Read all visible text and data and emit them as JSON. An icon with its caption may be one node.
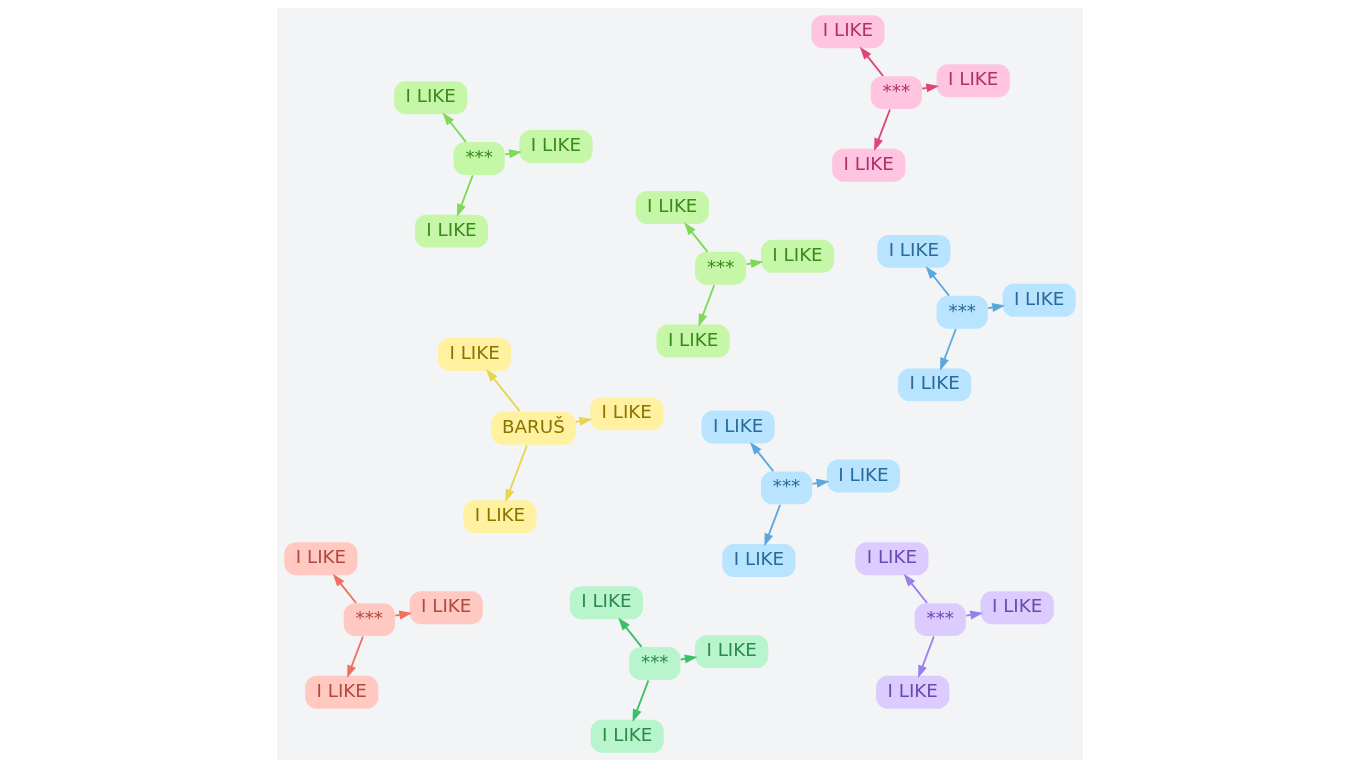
{
  "diagram": {
    "nodes": [
      {
        "text": [
          "***"
        ]
      },
      {
        "text": [
          "I LIKE"
        ]
      },
      {
        "text": [
          "I LIKE"
        ]
      },
      {
        "text": [
          "I LIKE"
        ]
      },
      {
        "text": [
          "BARUŠ"
        ]
      },
      {
        "text": [
          "I LIKE"
        ]
      },
      {
        "text": [
          "I LIKE"
        ]
      },
      {
        "text": [
          "I LIKE"
        ]
      },
      {
        "text": [
          "***"
        ]
      },
      {
        "text": [
          "I LIKE"
        ]
      },
      {
        "text": [
          "I LIKE"
        ]
      },
      {
        "text": [
          "I LIKE"
        ]
      },
      {
        "text": [
          "***"
        ]
      },
      {
        "text": [
          "I LIKE"
        ]
      },
      {
        "text": [
          "I LIKE"
        ]
      },
      {
        "text": [
          "I LIKE"
        ]
      },
      {
        "text": [
          "***"
        ]
      },
      {
        "text": [
          "I LIKE"
        ]
      },
      {
        "text": [
          "I LIKE"
        ]
      },
      {
        "text": [
          "I LIKE"
        ]
      },
      {
        "text": [
          "***"
        ]
      },
      {
        "text": [
          "I LIKE"
        ]
      },
      {
        "text": [
          "I LIKE"
        ]
      },
      {
        "text": [
          "I LIKE"
        ]
      },
      {
        "text": [
          "***"
        ]
      },
      {
        "text": [
          "I LIKE"
        ]
      },
      {
        "text": [
          "I LIKE"
        ]
      },
      {
        "text": [
          "I LIKE"
        ]
      },
      {
        "text": [
          "***"
        ]
      },
      {
        "text": [
          "I LIKE"
        ]
      },
      {
        "text": [
          "I LIKE"
        ]
      },
      {
        "text": [
          "I LIKE"
        ]
      },
      {
        "text": [
          "***"
        ]
      },
      {
        "text": [
          "I LIKE"
        ]
      },
      {
        "text": [
          "I LIKE"
        ]
      },
      {
        "text": [
          "I LIKE"
        ]
      }
    ],
    "edges": [
      {
        "from": 0,
        "to": 1,
        "arrow": "to",
        "color": "#7ed957"
      },
      {
        "from": 0,
        "to": 2,
        "arrow": "to",
        "color": "#7ed957"
      },
      {
        "from": 0,
        "to": 3,
        "arrow": "to",
        "color": "#7ed957"
      },
      {
        "from": 4,
        "to": 5,
        "arrow": "to",
        "color": "#e8d44d"
      },
      {
        "from": 4,
        "to": 6,
        "arrow": "to",
        "color": "#e8d44d"
      },
      {
        "from": 4,
        "to": 7,
        "arrow": "to",
        "color": "#e8d44d"
      },
      {
        "from": 8,
        "to": 9,
        "arrow": "to",
        "color": "#5aa8dc"
      },
      {
        "from": 8,
        "to": 10,
        "arrow": "to",
        "color": "#5aa8dc"
      },
      {
        "from": 8,
        "to": 11,
        "arrow": "to",
        "color": "#5aa8dc"
      },
      {
        "from": 12,
        "to": 13,
        "arrow": "to",
        "color": "#7ed957"
      },
      {
        "from": 12,
        "to": 14,
        "arrow": "to",
        "color": "#7ed957"
      },
      {
        "from": 12,
        "to": 15,
        "arrow": "to",
        "color": "#7ed957"
      },
      {
        "from": 16,
        "to": 17,
        "arrow": "to",
        "color": "#e0457a"
      },
      {
        "from": 16,
        "to": 18,
        "arrow": "to",
        "color": "#e0457a"
      },
      {
        "from": 16,
        "to": 19,
        "arrow": "to",
        "color": "#e0457a"
      },
      {
        "from": 20,
        "to": 21,
        "arrow": "to",
        "color": "#9b7ef0"
      },
      {
        "from": 20,
        "to": 22,
        "arrow": "to",
        "color": "#9b7ef0"
      },
      {
        "from": 20,
        "to": 23,
        "arrow": "to",
        "color": "#9b7ef0"
      },
      {
        "from": 24,
        "to": 25,
        "arrow": "to",
        "color": "#f07060"
      },
      {
        "from": 24,
        "to": 26,
        "arrow": "to",
        "color": "#f07060"
      },
      {
        "from": 24,
        "to": 27,
        "arrow": "to",
        "color": "#f07060"
      },
      {
        "from": 28,
        "to": 29,
        "arrow": "to",
        "color": "#5aa8dc"
      },
      {
        "from": 28,
        "to": 30,
        "arrow": "to",
        "color": "#5aa8dc"
      },
      {
        "from": 28,
        "to": 31,
        "arrow": "to",
        "color": "#5aa8dc"
      },
      {
        "from": 32,
        "to": 33,
        "arrow": "to",
        "color": "#3cbf6a"
      },
      {
        "from": 32,
        "to": 34,
        "arrow": "to",
        "color": "#3cbf6a"
      },
      {
        "from": 32,
        "to": 35,
        "arrow": "to",
        "color": "#3cbf6a"
      }
    ]
  }
}
